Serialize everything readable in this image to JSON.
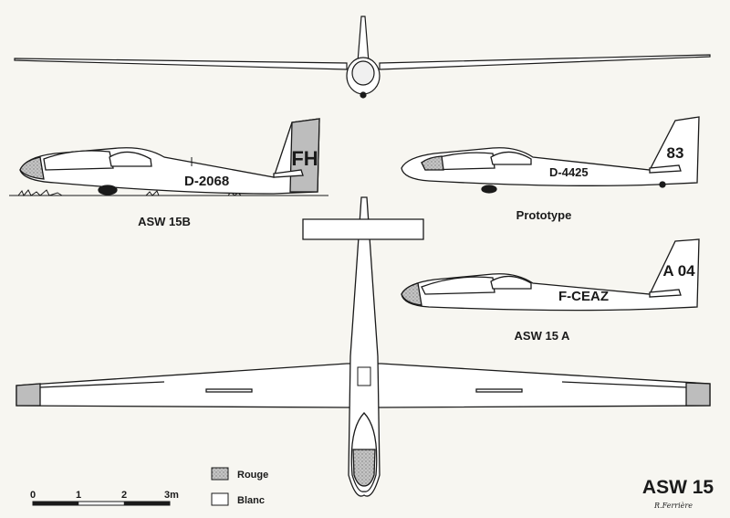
{
  "title": "ASW 15",
  "signature": "R.Ferrière",
  "captions": {
    "asw15b": "ASW 15B",
    "prototype": "Prototype",
    "asw15a": "ASW 15 A"
  },
  "markings": {
    "asw15b_registration": "D-2068",
    "asw15b_fin": "FH",
    "prototype_registration": "D-4425",
    "prototype_fin": "83",
    "asw15a_registration": "F-CEAZ",
    "asw15a_fin": "A 04"
  },
  "legend": {
    "items": [
      {
        "label": "Rouge",
        "swatch": "#bdbdbd"
      },
      {
        "label": "Blanc",
        "swatch": "#ffffff"
      }
    ]
  },
  "scale": {
    "ticks": [
      "0",
      "1",
      "2",
      "3m"
    ]
  },
  "colors": {
    "ink": "#1a1a1a",
    "paper": "#f7f6f1",
    "rouge_shading": "#bdbdbd"
  }
}
